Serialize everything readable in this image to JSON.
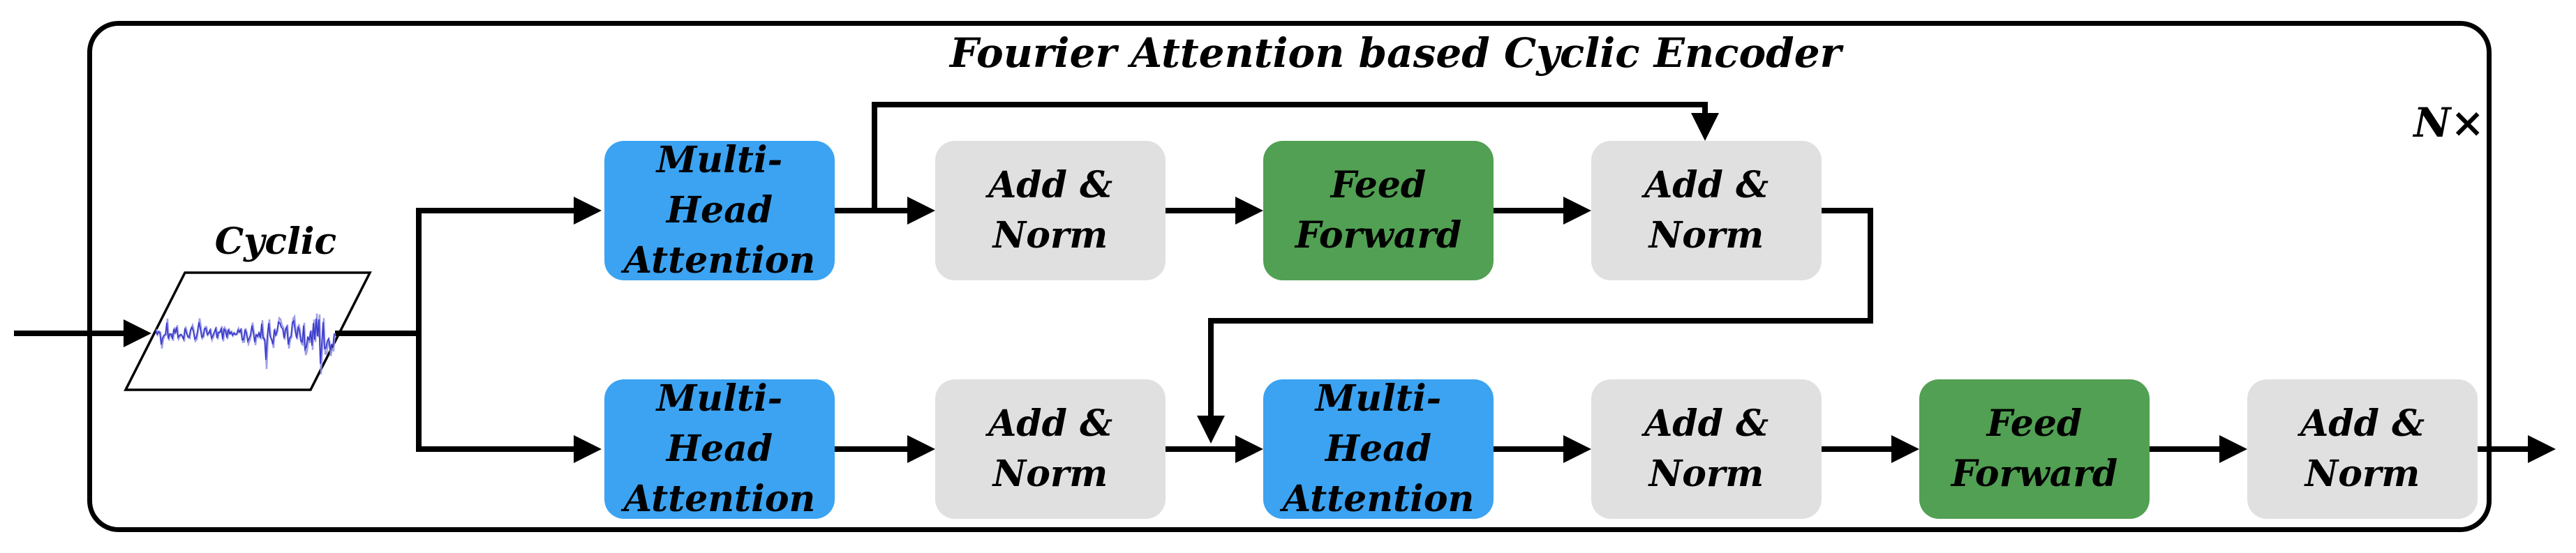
{
  "frame": {
    "title": "Fourier Attention based Cyclic Encoder",
    "repeat_label": "N×"
  },
  "input": {
    "label": "Cyclic",
    "signal_icon": "noisy-waveform"
  },
  "colors": {
    "attention_block": "#3BA3F2",
    "feed_forward_block": "#52A053",
    "add_norm_block": "#E0E0E0",
    "connector": "#000000",
    "signal_core": "#3D3DCB",
    "signal_halo": "#8F8FE2",
    "background": "#FFFFFF"
  },
  "blocks": {
    "top": [
      {
        "line1": "Multi-Head",
        "line2": "Attention",
        "type": "attention"
      },
      {
        "line1": "Add &",
        "line2": "Norm",
        "type": "add-norm"
      },
      {
        "line1": "Feed",
        "line2": "Forward",
        "type": "feed-forward"
      },
      {
        "line1": "Add &",
        "line2": "Norm",
        "type": "add-norm"
      }
    ],
    "bottom": [
      {
        "line1": "Multi-Head",
        "line2": "Attention",
        "type": "attention"
      },
      {
        "line1": "Add &",
        "line2": "Norm",
        "type": "add-norm"
      },
      {
        "line1": "Multi-Head",
        "line2": "Attention",
        "type": "attention"
      },
      {
        "line1": "Add &",
        "line2": "Norm",
        "type": "add-norm"
      },
      {
        "line1": "Feed",
        "line2": "Forward",
        "type": "feed-forward"
      },
      {
        "line1": "Add &",
        "line2": "Norm",
        "type": "add-norm"
      }
    ]
  }
}
